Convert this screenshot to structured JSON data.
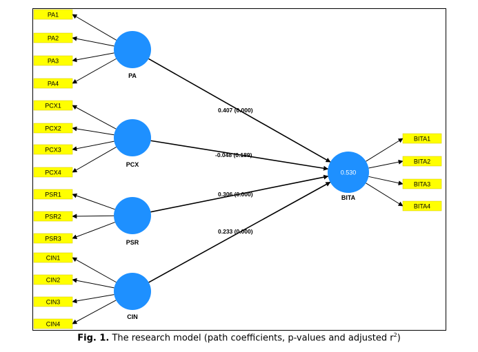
{
  "colors": {
    "construct_fill": "#1e90ff",
    "indicator_fill": "#ffff00",
    "indicator_stroke": "#d4c400",
    "line": "#000000"
  },
  "constructs": [
    {
      "id": "PA",
      "label": "PA",
      "value": ""
    },
    {
      "id": "PCX",
      "label": "PCX",
      "value": ""
    },
    {
      "id": "PSR",
      "label": "PSR",
      "value": ""
    },
    {
      "id": "CIN",
      "label": "CIN",
      "value": ""
    },
    {
      "id": "BITA",
      "label": "BITA",
      "value": "0.530"
    }
  ],
  "indicators": {
    "PA": [
      "PA1",
      "PA2",
      "PA3",
      "PA4"
    ],
    "PCX": [
      "PCX1",
      "PCX2",
      "PCX3",
      "PCX4"
    ],
    "PSR": [
      "PSR1",
      "PSR2",
      "PSR3"
    ],
    "CIN": [
      "CIN1",
      "CIN2",
      "CIN3",
      "CIN4"
    ],
    "BITA": [
      "BITA1",
      "BITA2",
      "BITA3",
      "BITA4"
    ]
  },
  "paths": [
    {
      "from": "PA",
      "to": "BITA",
      "label": "0.407 (0.000)"
    },
    {
      "from": "PCX",
      "to": "BITA",
      "label": "-0.048 (0.189)"
    },
    {
      "from": "PSR",
      "to": "BITA",
      "label": "0.306 (0.000)"
    },
    {
      "from": "CIN",
      "to": "BITA",
      "label": "0.233 (0.000)"
    }
  ],
  "caption": {
    "prefix": "Fig. 1.",
    "text": "The research model (path coefficients, p-values and adjusted r",
    "superscript": "2",
    "suffix": ")"
  }
}
